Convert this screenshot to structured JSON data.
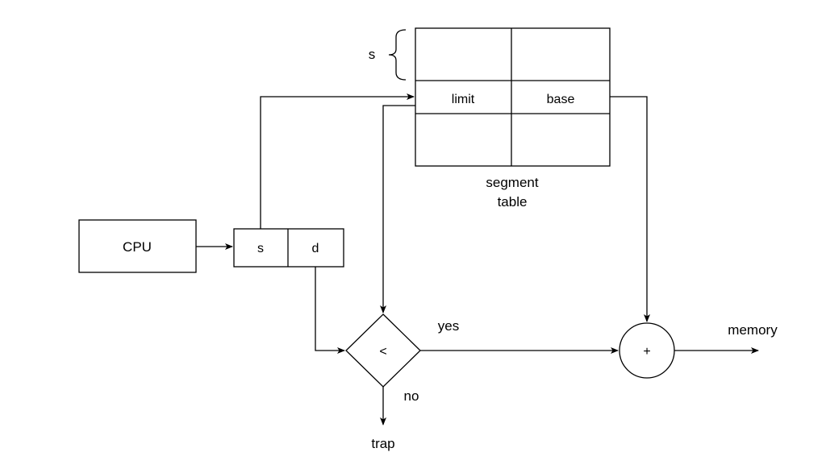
{
  "diagram": {
    "segment_table": {
      "index_label": "s",
      "limit_label": "limit",
      "base_label": "base",
      "caption_line1": "segment",
      "caption_line2": "table"
    },
    "cpu_label": "CPU",
    "address": {
      "s_label": "s",
      "d_label": "d"
    },
    "compare_symbol": "<",
    "yes_label": "yes",
    "no_label": "no",
    "trap_label": "trap",
    "adder_symbol": "+",
    "memory_label": "memory"
  }
}
